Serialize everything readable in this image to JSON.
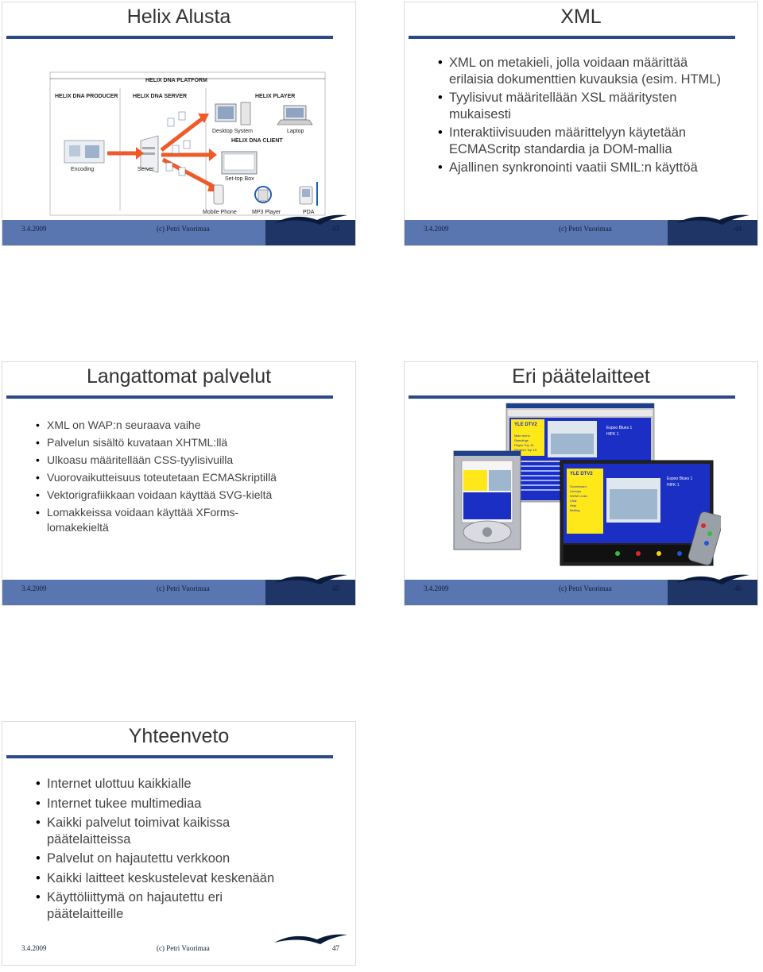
{
  "slides": [
    {
      "title": "Helix Alusta",
      "footer": {
        "date": "3.4.2009",
        "author": "(c) Petri Vuorimaa",
        "page": "43"
      },
      "diagram": {
        "platform": "HELIX DNA PLATFORM",
        "producer": "HELIX DNA PRODUCER",
        "server_head": "HELIX DNA SERVER",
        "player": "HELIX PLAYER",
        "client": "HELIX DNA CLIENT",
        "encoding": "Encoding",
        "server": "Server",
        "desktop": "Desktop System",
        "laptop": "Laptop",
        "settop": "Set-top Box",
        "mobile": "Mobile Phone",
        "mp3": "MP3 Player",
        "pda": "PDA"
      }
    },
    {
      "title": "XML",
      "footer": {
        "date": "3.4.2009",
        "author": "(c) Petri Vuorimaa",
        "page": "44"
      },
      "bullets": [
        "XML on metakieli, jolla voidaan määrittää erilaisia dokumenttien kuvauksia (esim. HTML)",
        "Tyylisivut määritellään XSL määritysten mukaisesti",
        "Interaktiivisuuden määrittelyyn käytetään ECMAScritp standardia ja DOM-mallia",
        "Ajallinen synkronointi vaatii SMIL:n käyttöä"
      ]
    },
    {
      "title": "Langattomat palvelut",
      "footer": {
        "date": "3.4.2009",
        "author": "(c) Petri Vuorimaa",
        "page": "45"
      },
      "bullets": [
        "XML on WAP:n seuraava vaihe",
        "Palvelun sisältö kuvataan XHTML:llä",
        "Ulkoasu määritellään CSS-tyylisivuilla",
        "Vuorovaikutteisuus toteutetaan ECMASkriptillä",
        "Vektorigrafiikkaan voidaan käyttää SVG-kieltä",
        "Lomakkeissa voidaan käyttää XForms-lomakekieltä"
      ]
    },
    {
      "title": "Eri päätelaitteet",
      "footer": {
        "date": "3.4.2009",
        "author": "(c) Petri Vuorimaa",
        "page": "46"
      },
      "screens": {
        "channel": "YLE DTV2",
        "score_line": "Espoo Blues 1",
        "score_line2": "HIFK 1",
        "menu": [
          "Main menu",
          "Standings",
          "Player Top 15",
          "Weather Top 15"
        ],
        "menu2": [
          "Scoreboard",
          "Lineups",
          "WWW Links",
          "Chat",
          "Help",
          "Betting"
        ]
      }
    },
    {
      "title": "Yhteenveto",
      "footer": {
        "date": "3.4.2009",
        "author": "(c) Petri Vuorimaa",
        "page": "47"
      },
      "bullets": [
        "Internet ulottuu kaikkialle",
        "Internet tukee multimediaa",
        "Kaikki palvelut toimivat kaikissa päätelaitteissa",
        "Palvelut on hajautettu verkkoon",
        "Kaikki laitteet keskustelevat keskenään",
        "Käyttöliittymä on hajautettu eri päätelaitteille"
      ]
    }
  ],
  "colors": {
    "rule": "#2b4a86",
    "footer": "#5a76b0",
    "footer_dark": "#1f3566",
    "arrow": "#f05a28"
  }
}
